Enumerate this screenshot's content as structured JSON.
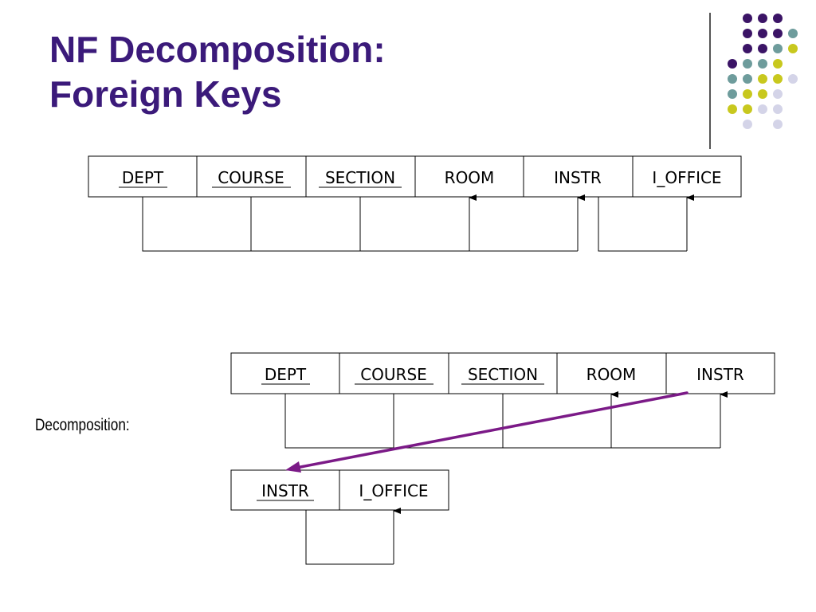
{
  "title": {
    "line1": "NF Decomposition:",
    "line2": "Foreign Keys"
  },
  "decomposition_label": "Decomposition:",
  "relations": {
    "original": [
      {
        "name": "DEPT",
        "key": true
      },
      {
        "name": "COURSE",
        "key": true
      },
      {
        "name": "SECTION",
        "key": true
      },
      {
        "name": "ROOM",
        "key": false
      },
      {
        "name": "INSTR",
        "key": false
      },
      {
        "name": "I_OFFICE",
        "key": false
      }
    ],
    "decomposed_main": [
      {
        "name": "DEPT",
        "key": true
      },
      {
        "name": "COURSE",
        "key": true
      },
      {
        "name": "SECTION",
        "key": true
      },
      {
        "name": "ROOM",
        "key": false
      },
      {
        "name": "INSTR",
        "key": false
      }
    ],
    "decomposed_instr": [
      {
        "name": "INSTR",
        "key": true
      },
      {
        "name": "I_OFFICE",
        "key": false
      }
    ]
  },
  "colors": {
    "title": "#3b1a7a",
    "foreign_key_arrow": "#7b1a87",
    "dot_purple": "#3b1466",
    "dot_teal": "#6e9c9c",
    "dot_yellow": "#c8c81e",
    "dot_lavender": "#d4d4e8"
  }
}
